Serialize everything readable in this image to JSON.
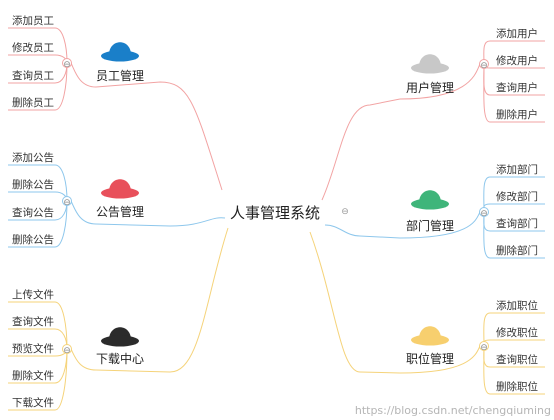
{
  "mindmap": {
    "center": {
      "label": "人事管理系统"
    },
    "branches": [
      {
        "id": "employee",
        "label": "员工管理",
        "side": "left",
        "color": "#f2a3a3",
        "icon": {
          "name": "hat-icon",
          "color": "#1a7fc9"
        },
        "items": [
          "添加员工",
          "修改员工",
          "查询员工",
          "删除员工"
        ]
      },
      {
        "id": "notice",
        "label": "公告管理",
        "side": "left",
        "color": "#8ec7ec",
        "icon": {
          "name": "hat-icon",
          "color": "#e8505b"
        },
        "items": [
          "添加公告",
          "删除公告",
          "查询公告",
          "删除公告"
        ]
      },
      {
        "id": "download",
        "label": "下载中心",
        "side": "left",
        "color": "#f5d37a",
        "icon": {
          "name": "hat-icon",
          "color": "#2b2b2b"
        },
        "items": [
          "上传文件",
          "查询文件",
          "预览文件",
          "删除文件",
          "下载文件"
        ]
      },
      {
        "id": "user",
        "label": "用户管理",
        "side": "right",
        "color": "#f2a3a3",
        "icon": {
          "name": "hat-icon",
          "color": "#c8c8c8"
        },
        "items": [
          "添加用户",
          "修改用户",
          "查询用户",
          "删除用户"
        ]
      },
      {
        "id": "dept",
        "label": "部门管理",
        "side": "right",
        "color": "#8ec7ec",
        "icon": {
          "name": "hat-icon",
          "color": "#3fb57a"
        },
        "items": [
          "添加部门",
          "修改部门",
          "查询部门",
          "删除部门"
        ]
      },
      {
        "id": "position",
        "label": "职位管理",
        "side": "right",
        "color": "#f5d37a",
        "icon": {
          "name": "hat-icon",
          "color": "#f7cf6e"
        },
        "items": [
          "添加职位",
          "修改职位",
          "查询职位",
          "删除职位"
        ]
      }
    ],
    "collapse_symbol": "⊖"
  },
  "watermark": "https://blog.csdn.net/chengqiuming"
}
